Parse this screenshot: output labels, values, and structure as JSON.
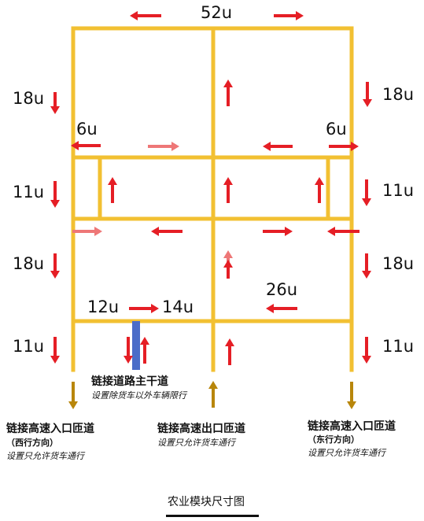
{
  "colors": {
    "road": "#F2C032",
    "arrow": "#E51E25",
    "arrow_light": "#EE7777",
    "connector": "#4A6CC8",
    "exit_arrow": "#B8860B"
  },
  "dimensions": {
    "total_width": "52u",
    "top_left_height": "18u",
    "top_right_height": "18u",
    "left_side_width": "6u",
    "right_side_width": "6u",
    "upper_mid_left": "11u",
    "upper_mid_right": "11u",
    "lower_mid_left": "18u",
    "lower_mid_right": "18u",
    "segment_26": "26u",
    "segment_12": "12u",
    "segment_14": "14u",
    "bottom_left": "11u",
    "bottom_right": "11u"
  },
  "labels": {
    "connector_road": "链接道路主干道",
    "connector_note": "设置除货车以外车辆限行",
    "left_ramp_title": "链接高速入口匝道",
    "left_ramp_direction": "（西行方向）",
    "left_ramp_note": "设置只允许货车通行",
    "middle_ramp_title": "链接高速出口匝道",
    "middle_ramp_note": "设置只允许货车通行",
    "right_ramp_title": "链接高速入口匝道",
    "right_ramp_direction": "（东行方向）",
    "right_ramp_note": "设置只允许货车通行"
  },
  "figure_title": "农业模块尺寸图"
}
